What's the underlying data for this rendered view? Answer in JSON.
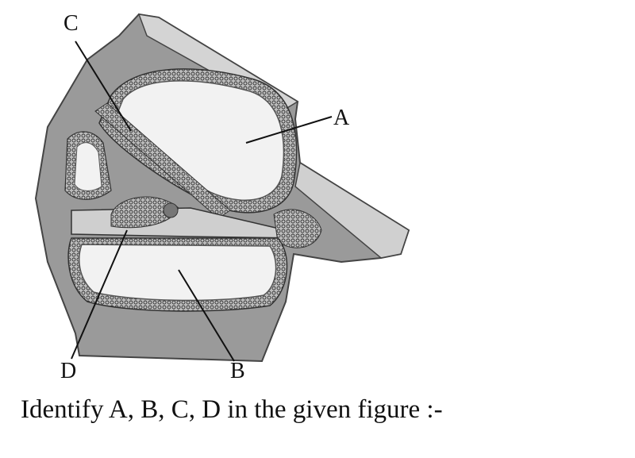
{
  "labels": {
    "a": "A",
    "b": "B",
    "c": "C",
    "d": "D"
  },
  "caption": "Identify A, B, C, D in the given figure :-",
  "colors": {
    "tissue": "#9a9a9a",
    "tissue_dark": "#6e6e6e",
    "chamber": "#f2f2f2",
    "membrane": "#555555",
    "line": "#111111"
  }
}
